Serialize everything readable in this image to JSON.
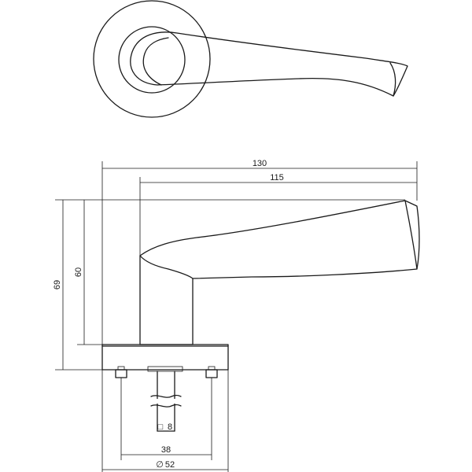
{
  "dimensions": {
    "overall_length": "130",
    "lever_length": "115",
    "overall_height": "69",
    "lever_height": "60",
    "screw_spacing": "38",
    "spindle": "8",
    "rose_diameter": "52"
  },
  "symbols": {
    "diameter": "∅",
    "square": "□"
  }
}
